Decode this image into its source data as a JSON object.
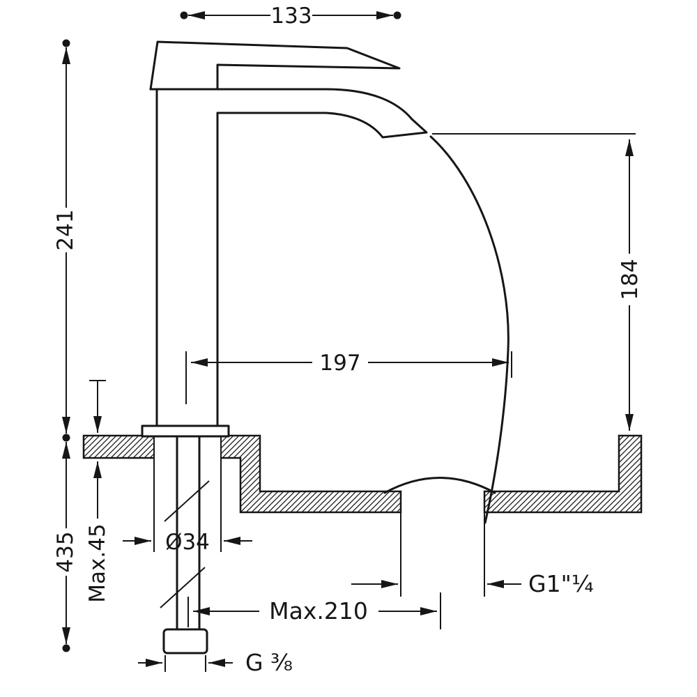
{
  "colors": {
    "line": "#161616",
    "background": "#ffffff"
  },
  "dimensions": {
    "lever_width": "133",
    "height_above_deck": "241",
    "total_height": "435",
    "deck_thickness": "Max.45",
    "hole_diameter": "Ø34",
    "spout_drop": "184",
    "spout_reach": "197",
    "drain_offset": "Max.210",
    "drain_thread": "G1\"¼",
    "supply_thread": "G ⅜"
  }
}
